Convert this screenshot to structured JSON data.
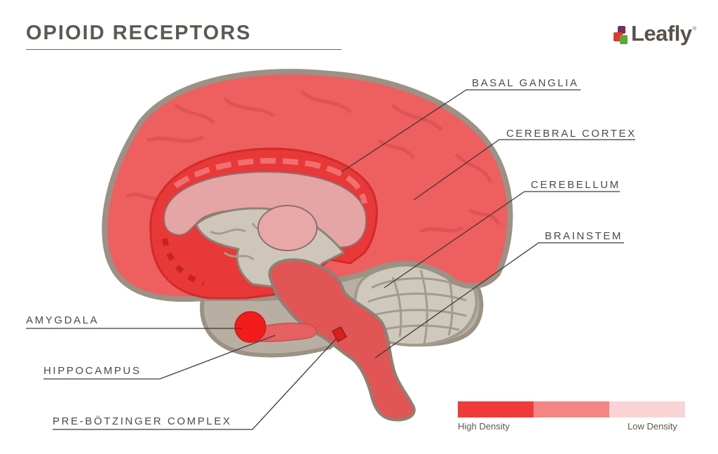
{
  "title": "OPIOID RECEPTORS",
  "brand": {
    "name": "Leafly",
    "mark": "®",
    "colors": [
      "#7b2d5b",
      "#e2392b",
      "#5aa83a"
    ]
  },
  "labels": {
    "basal_ganglia": "BASAL GANGLIA",
    "cerebral_cortex": "CEREBRAL CORTEX",
    "cerebellum": "CEREBELLUM",
    "brainstem": "BRAINSTEM",
    "amygdala": "AMYGDALA",
    "hippocampus": "HIPPOCAMPUS",
    "pre_botzinger": "PRE-BÖTZINGER COMPLEX"
  },
  "legend": {
    "high": "High Density",
    "low": "Low Density",
    "colors": {
      "high": "#f03a3a",
      "medium": "#f58585",
      "low": "#fad4d4"
    }
  }
}
